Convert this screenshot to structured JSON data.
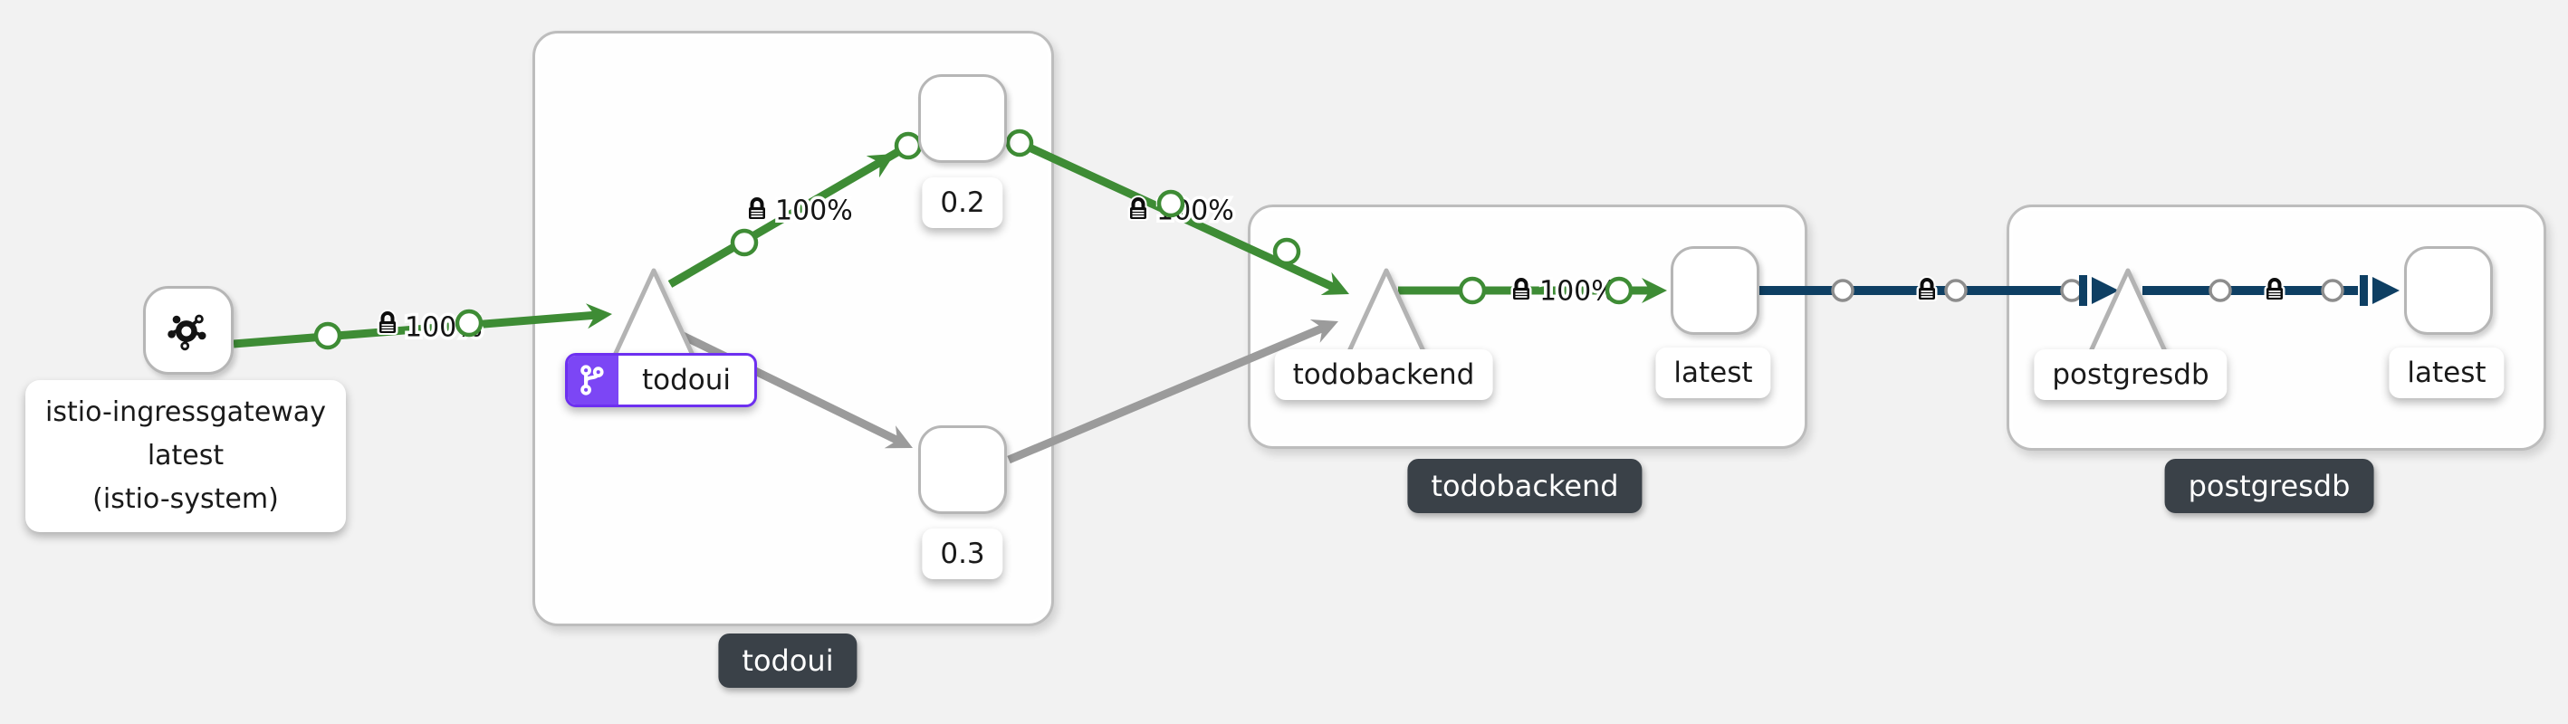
{
  "canvas": {
    "background": "#f2f2f2"
  },
  "colors": {
    "edge_healthy": "#3e8c35",
    "edge_tcp": "#0e3f63",
    "edge_idle": "#9b9b9b",
    "virtual_service_badge": "#7c46f5",
    "group_badge_background": "#3a4148",
    "node_fill": "#ffffff",
    "node_border": "#b6b6b6"
  },
  "icons": {
    "gateway": "mesh-network-icon",
    "virtual_service": "code-branch-icon",
    "mtls": "lock-icon"
  },
  "nodes": {
    "ingress": {
      "line1": "istio-ingressgateway",
      "line2": "latest",
      "line3": "(istio-system)"
    },
    "todoui_service": {
      "label": "todoui"
    },
    "todoui_v2": {
      "label": "0.2"
    },
    "todoui_v3": {
      "label": "0.3"
    },
    "todobackend_service": {
      "label": "todobackend"
    },
    "todobackend_latest": {
      "label": "latest"
    },
    "postgresdb_service": {
      "label": "postgresdb"
    },
    "postgresdb_latest": {
      "label": "latest"
    }
  },
  "groups": {
    "todoui": {
      "badge": "todoui"
    },
    "todobackend": {
      "badge": "todobackend"
    },
    "postgresdb": {
      "badge": "postgresdb"
    }
  },
  "edges": {
    "ingress_to_todoui": {
      "label": "100%",
      "mtls": true,
      "protocol": "http"
    },
    "todoui_to_v2": {
      "label": "100%",
      "mtls": true,
      "protocol": "http"
    },
    "v2_to_todobackend": {
      "label": "100%",
      "mtls": true,
      "protocol": "http"
    },
    "todoui_to_v3": {
      "mtls": false,
      "protocol": "idle"
    },
    "v3_to_todobackend": {
      "mtls": false,
      "protocol": "idle"
    },
    "todobackend_to_latest": {
      "label": "100%",
      "mtls": true,
      "protocol": "http"
    },
    "latest_to_postgresdb": {
      "mtls": true,
      "protocol": "tcp"
    },
    "postgresdb_to_latest": {
      "mtls": true,
      "protocol": "tcp"
    }
  }
}
